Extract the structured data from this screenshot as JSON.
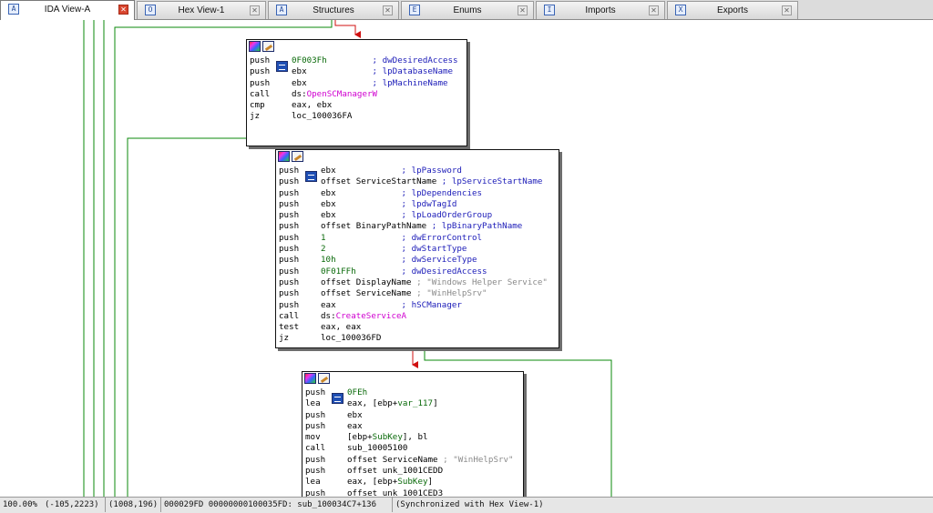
{
  "tabs": [
    {
      "label": "IDA View-A",
      "icon": "A"
    },
    {
      "label": "Hex View-1",
      "icon": "O"
    },
    {
      "label": "Structures",
      "icon": "A"
    },
    {
      "label": "Enums",
      "icon": "E"
    },
    {
      "label": "Imports",
      "icon": "I"
    },
    {
      "label": "Exports",
      "icon": "X"
    }
  ],
  "colors": {
    "edge_false": "#d01010",
    "edge_true": "#0b8a0b",
    "tab_close_active": "#d9462f"
  },
  "block1": {
    "lines": [
      {
        "mn": "push",
        "op": "0F003Fh",
        "pad": "         ",
        "cm": "; dwDesiredAccess",
        "opc": "num"
      },
      {
        "mn": "push",
        "op": "ebx",
        "pad": "             ",
        "cm": "; lpDatabaseName"
      },
      {
        "mn": "push",
        "op": "ebx",
        "pad": "             ",
        "cm": "; lpMachineName"
      },
      {
        "mn": "call",
        "op": "ds:",
        "sym": "OpenSCManagerW"
      },
      {
        "mn": "cmp",
        "op": "eax, ebx"
      },
      {
        "mn": "jz",
        "op": "loc_100036FA"
      }
    ]
  },
  "block2": {
    "lines": [
      {
        "mn": "push",
        "op": "ebx",
        "pad": "             ",
        "cm": "; lpPassword"
      },
      {
        "mn": "push",
        "op": "offset ServiceStartName",
        "pad": " ",
        "cm": "; lpServiceStartName"
      },
      {
        "mn": "push",
        "op": "ebx",
        "pad": "             ",
        "cm": "; lpDependencies"
      },
      {
        "mn": "push",
        "op": "ebx",
        "pad": "             ",
        "cm": "; lpdwTagId"
      },
      {
        "mn": "push",
        "op": "ebx",
        "pad": "             ",
        "cm": "; lpLoadOrderGroup"
      },
      {
        "mn": "push",
        "op": "offset BinaryPathName",
        "pad": " ",
        "cm": "; lpBinaryPathName"
      },
      {
        "mn": "push",
        "op": "1",
        "pad": "               ",
        "cm": "; dwErrorControl",
        "opc": "num"
      },
      {
        "mn": "push",
        "op": "2",
        "pad": "               ",
        "cm": "; dwStartType",
        "opc": "num"
      },
      {
        "mn": "push",
        "op": "10h",
        "pad": "             ",
        "cm": "; dwServiceType",
        "opc": "num"
      },
      {
        "mn": "push",
        "op": "0F01FFh",
        "pad": "         ",
        "cm": "; dwDesiredAccess",
        "opc": "num"
      },
      {
        "mn": "push",
        "op": "offset DisplayName",
        "pad": " ",
        "str": "; \"Windows Helper Service\""
      },
      {
        "mn": "push",
        "op": "offset ServiceName",
        "pad": " ",
        "str": "; \"WinHelpSrv\""
      },
      {
        "mn": "push",
        "op": "eax",
        "pad": "             ",
        "cm": "; hSCManager"
      },
      {
        "mn": "call",
        "op": "ds:",
        "sym": "CreateServiceA"
      },
      {
        "mn": "test",
        "op": "eax, eax"
      },
      {
        "mn": "jz",
        "op": "loc_100036FD"
      }
    ]
  },
  "block3": {
    "lines": [
      {
        "mn": "push",
        "op": "0FEh",
        "opc": "num"
      },
      {
        "mn": "lea",
        "op": "eax, [ebp+",
        "lbl": "var_117",
        "tail": "]"
      },
      {
        "mn": "push",
        "op": "ebx"
      },
      {
        "mn": "push",
        "op": "eax"
      },
      {
        "mn": "mov",
        "op": "[ebp+",
        "lbl": "SubKey",
        "tail": "], bl"
      },
      {
        "mn": "call",
        "op": "sub_10005100"
      },
      {
        "mn": "push",
        "op": "offset ServiceName",
        "pad": " ",
        "str": "; \"WinHelpSrv\""
      },
      {
        "mn": "push",
        "op": "offset unk_1001CEDD"
      },
      {
        "mn": "lea",
        "op": "eax, [ebp+",
        "lbl": "SubKey",
        "tail": "]"
      },
      {
        "mn": "push",
        "op": "offset unk_1001CED3"
      }
    ]
  },
  "status": {
    "zoom": "100.00%",
    "graph_pos": "(-105,2223)",
    "cursor_pos": "(1008,196)",
    "address": "000029FD 00000000100035FD: sub_100034C7+136",
    "sync": "(Synchronized with Hex View-1)"
  }
}
